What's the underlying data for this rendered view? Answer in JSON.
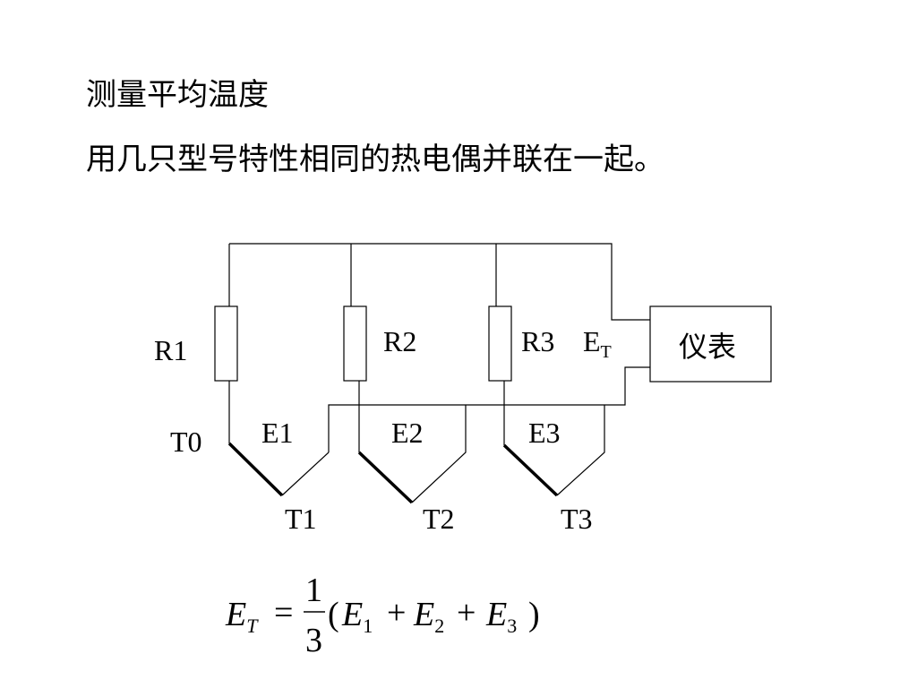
{
  "title": "测量平均温度",
  "subtitle": "用几只型号特性相同的热电偶并联在一起。",
  "diagram": {
    "resistors": [
      "R1",
      "R2",
      "R3"
    ],
    "emf_label": {
      "base": "E",
      "sub": "T"
    },
    "meter": "仪表",
    "cold_junction": "T0",
    "thermocouples": [
      "E1",
      "E2",
      "E3"
    ],
    "hot_junctions": [
      "T1",
      "T2",
      "T3"
    ]
  },
  "formula": {
    "lhs_base": "E",
    "lhs_sub": "T",
    "equals": "=",
    "numerator": "1",
    "denominator": "3",
    "open_paren": "(",
    "close_paren": ")",
    "plus": "+",
    "terms": [
      {
        "base": "E",
        "sub": "1"
      },
      {
        "base": "E",
        "sub": "2"
      },
      {
        "base": "E",
        "sub": "3"
      }
    ]
  }
}
